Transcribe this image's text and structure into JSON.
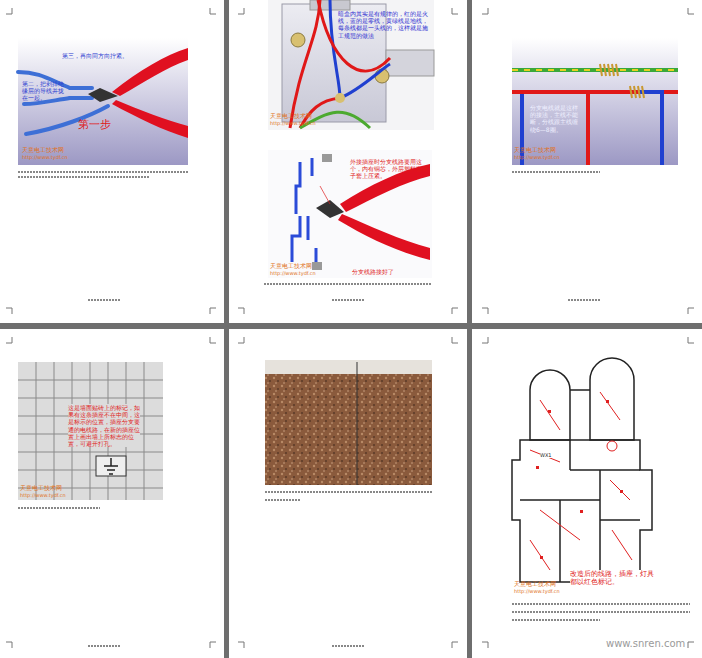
{
  "diagram": {
    "labels": [
      "第三，再向同方向拧紧。",
      "第二，把剥掉绝缘层的导线并拢在一起。",
      "第一步",
      "天意电工技术网",
      "http://www.tydf.cn",
      "暗盒内其实是有规律的，红的是火线，蓝的是零线，黄绿线是地线，每条线都是一头线的，这样就是施工规范的做法",
      "天意电工技术网",
      "http://www.tydf.cn",
      "外接插座时分支线路要用这个，内有铜芯，外层塑料套筒子套上压紧。",
      "分支线路接好了",
      "天意电工技术网",
      "http://www.tydf.cn",
      "分支电线就是这样的接法，主线不能断，分线跟主线缠绕6—8圈。",
      "天意电工技术网",
      "http://www.tydf.cn",
      "这是墙面贴砖上的标记，如果有这条插座不在中间，这是标示的位置，插座分支要通的电线路，在新的插座位置上画出墙上所标志的位置，可避开打孔。",
      "天意电工技术网",
      "http://www.tydf.cn",
      "改造后的线路，插座，灯具都以红色标记。",
      "天意电工技术网",
      "http://www.tydf.cn",
      "WX1",
      "www.snren.com"
    ]
  }
}
